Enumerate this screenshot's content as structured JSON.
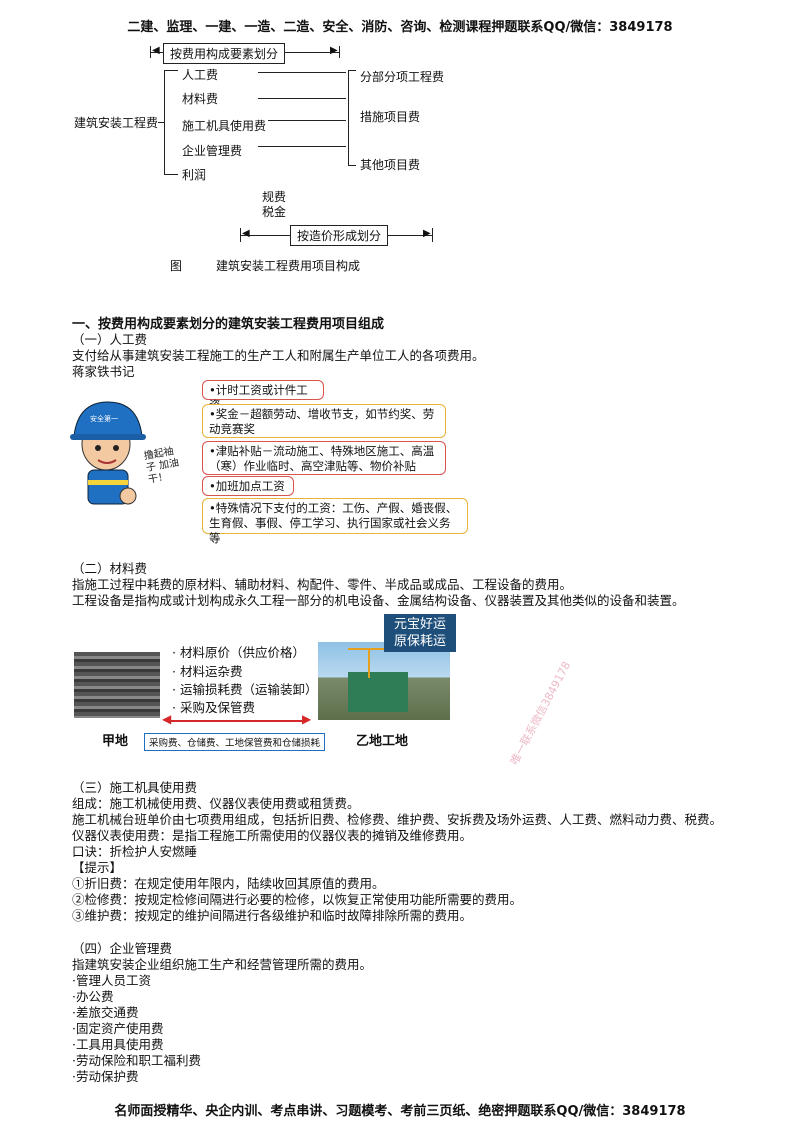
{
  "header_banner": "二建、监理、一建、一造、二造、安全、消防、咨询、检测课程押题联系QQ/微信：3849178",
  "footer_banner": "名师面授精华、央企内训、考点串讲、习题模考、考前三页纸、绝密押题联系QQ/微信：3849178",
  "diagram": {
    "top_label": "按费用构成要素划分",
    "root": "建筑安装工程费",
    "left_items": [
      "人工费",
      "材料费",
      "施工机具使用费",
      "企业管理费",
      "利润"
    ],
    "right_items": [
      "分部分项工程费",
      "措施项目费",
      "其他项目费"
    ],
    "bottom_items": [
      "规费",
      "税金"
    ],
    "bottom_label": "按造价形成划分",
    "fig_prefix": "图",
    "caption": "建筑安装工程费用项目构成"
  },
  "section1": {
    "heading": "一、按费用构成要素划分的建筑安装工程费用项目组成",
    "sub1_title": "（一）人工费",
    "sub1_def": "支付给从事建筑安装工程施工的生产工人和附属生产单位工人的各项费用。",
    "mnemonic": "蒋家铁书记",
    "helmet_text": "安全第一",
    "speech": "撸起袖子 加油干！",
    "bubbles": [
      "•计时工资或计件工资",
      "•奖金－超额劳动、增收节支，如节约奖、劳动竞赛奖",
      "•津贴补贴－流动施工、特殊地区施工、高温（寒）作业临时、高空津贴等、物价补贴",
      "•加班加点工资",
      "•特殊情况下支付的工资：工伤、产假、婚丧假、生育假、事假、停工学习、执行国家或社会义务等"
    ]
  },
  "section2": {
    "title": "（二）材料费",
    "line1": "指施工过程中耗费的原材料、辅助材料、构配件、零件、半成品或成品、工程设备的费用。",
    "line2": "工程设备是指构成或计划构成永久工程一部分的机电设备、金属结构设备、仪器装置及其他类似的设备和装置。",
    "list": [
      "· 材料原价（供应价格）",
      "· 材料运杂费",
      "· 运输损耗费（运输装卸）",
      "· 采购及保管费"
    ],
    "from_label": "甲地",
    "to_label": "乙地工地",
    "arrow_note": "采购费、仓储费、工地保管费和仓储损耗",
    "slogan": [
      "元宝好运",
      "原保耗运"
    ]
  },
  "section3": {
    "title": "（三）施工机具使用费",
    "lines": [
      "组成：施工机械使用费、仪器仪表使用费或租赁费。",
      "施工机械台班单价由七项费用组成，包括折旧费、检修费、维护费、安拆费及场外运费、人工费、燃料动力费、税费。",
      "仪器仪表使用费：是指工程施工所需使用的仪器仪表的摊销及维修费用。",
      "口诀：折检护人安燃睡",
      "【提示】",
      "①折旧费：在规定使用年限内，陆续收回其原值的费用。",
      "②检修费：按规定检修间隔进行必要的检修，以恢复正常使用功能所需要的费用。",
      "③维护费：按规定的维护间隔进行各级维护和临时故障排除所需的费用。"
    ]
  },
  "section4": {
    "title": "（四）企业管理费",
    "lines": [
      "指建筑安装企业组织施工生产和经营管理所需的费用。",
      "·管理人员工资",
      "·办公费",
      "·差旅交通费",
      "·固定资产使用费",
      "·工具用具使用费",
      "·劳动保险和职工福利费",
      "·劳动保护费"
    ]
  },
  "watermark": "唯一联系微信3849178",
  "colors": {
    "bubble_red": "#d9534f",
    "bubble_yellow": "#e5b533",
    "helmet": "#1f6fc2",
    "arrow_red": "#d62828",
    "slogan_bg": "#1e4f7a"
  }
}
